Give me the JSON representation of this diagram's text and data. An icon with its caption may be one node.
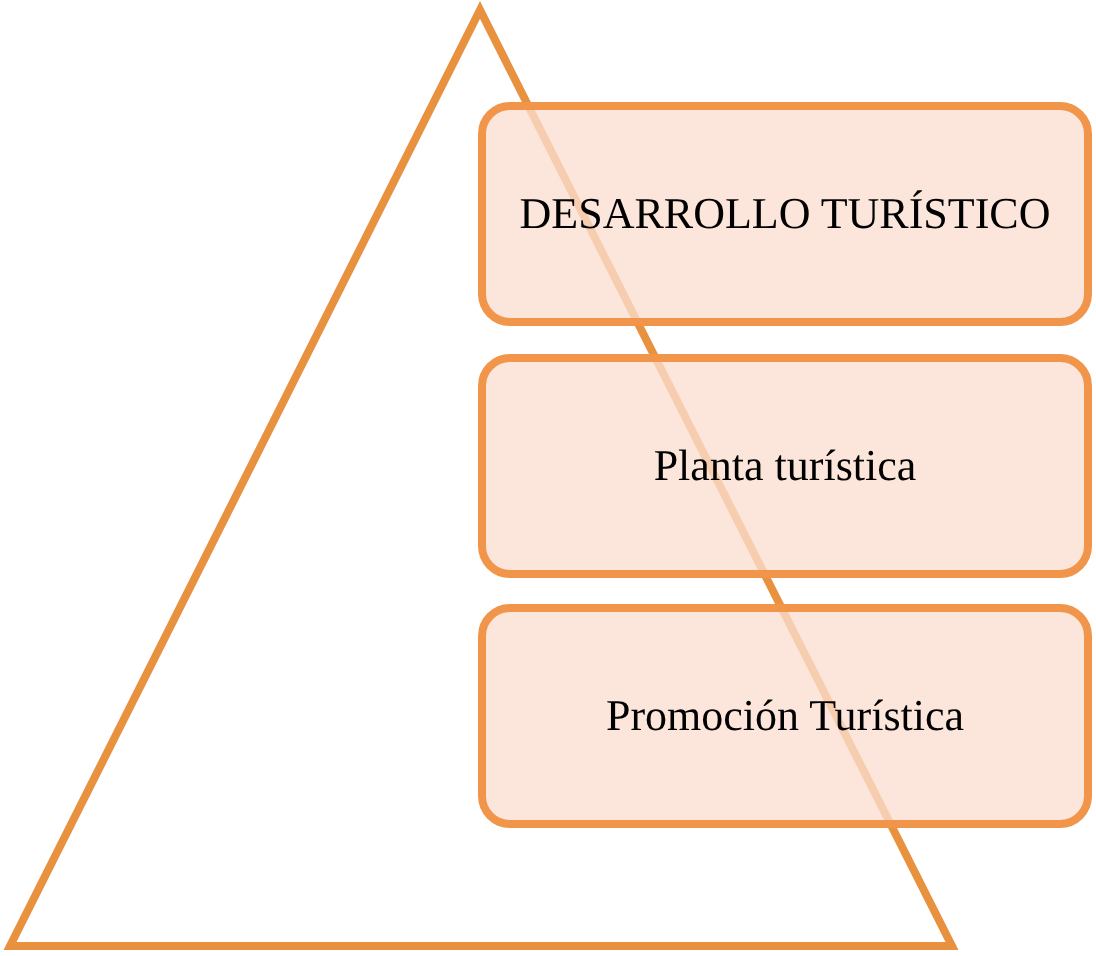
{
  "diagram": {
    "nodes": [
      {
        "text": [],
        "shape": "triangle"
      },
      {
        "text": [
          "DESARROLLO TURÍSTICO"
        ]
      },
      {
        "text": [
          "Planta turística"
        ]
      },
      {
        "text": [
          "Promoción Turística"
        ]
      }
    ]
  }
}
